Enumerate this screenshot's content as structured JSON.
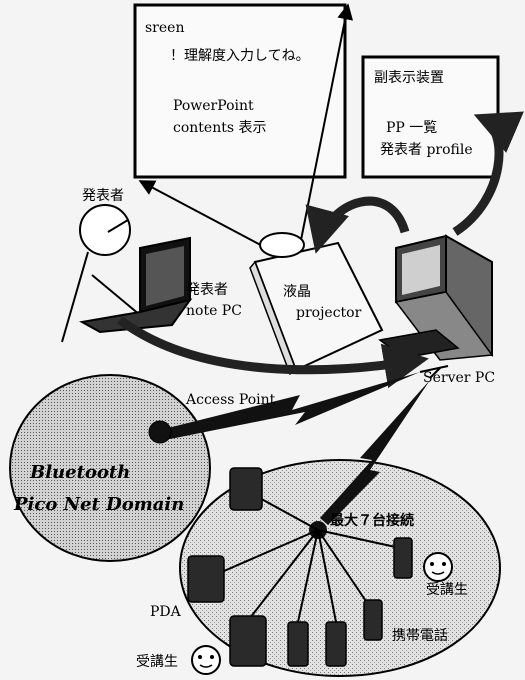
{
  "screen": {
    "label": "sreen",
    "instruction": "！理解度入力してね。",
    "content_line1": "PowerPoint",
    "content_line2": "contents 表示"
  },
  "sub_display": {
    "title": "副表示装置",
    "line1": "PP 一覧",
    "line2": "発表者 profile"
  },
  "presenter": {
    "label": "発表者"
  },
  "presenter_pc": {
    "line1": "発表者",
    "line2": "note PC"
  },
  "projector": {
    "line1": "液晶",
    "line2": "projector"
  },
  "server": {
    "label": "Server PC"
  },
  "access_point": {
    "label": "Access Point"
  },
  "piconet": {
    "line1": "Bluetooth",
    "line2": "Pico Net Domain"
  },
  "max_connections": {
    "label": "最大７台接続"
  },
  "student_right": {
    "label": "受講生"
  },
  "pda": {
    "label": "PDA"
  },
  "phone": {
    "label": "携帯電話"
  },
  "student_left": {
    "label": "受講生"
  },
  "colors": {
    "stroke": "#000000",
    "background": "#f4f4f4",
    "domain_fill": "#cfcfcf"
  }
}
